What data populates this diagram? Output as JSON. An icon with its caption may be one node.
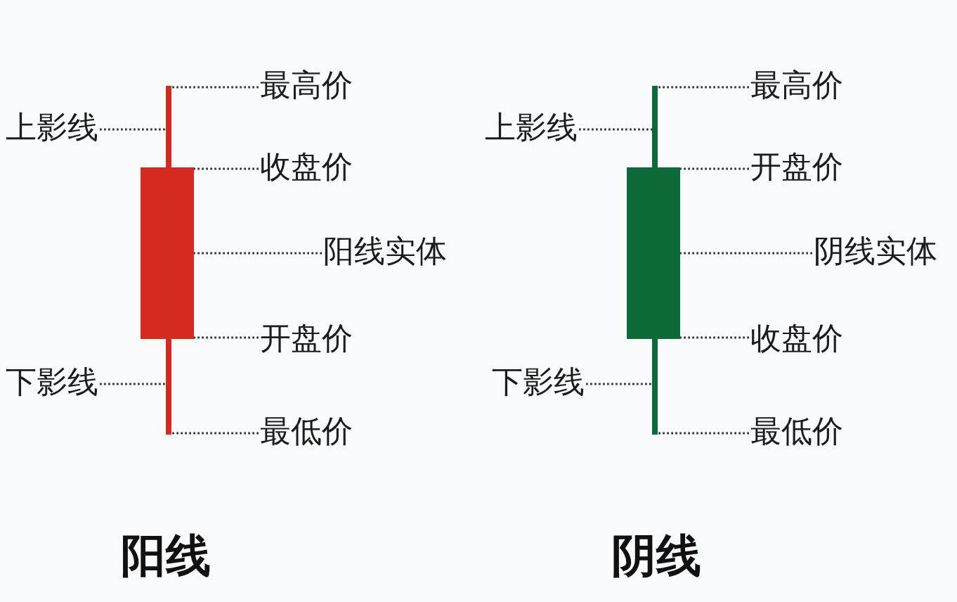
{
  "diagram": {
    "nodes": [
      {
        "text": [],
        "shape": "bar"
      },
      {
        "text": [],
        "shape": "bar"
      },
      {
        "text": [],
        "shape": "bar"
      },
      {
        "text": [
          "最高价"
        ]
      },
      {
        "text": [
          "收盘价"
        ]
      },
      {
        "text": [
          "阳线实体"
        ]
      },
      {
        "text": [
          "开盘价"
        ]
      },
      {
        "text": [
          "最低价"
        ]
      },
      {
        "text": [
          "上影线"
        ]
      },
      {
        "text": [
          "下影线"
        ]
      },
      {
        "text": [],
        "shape": "bar"
      },
      {
        "text": [],
        "shape": "bar"
      },
      {
        "text": [],
        "shape": "bar"
      },
      {
        "text": [
          "最高价"
        ]
      },
      {
        "text": [
          "开盘价"
        ]
      },
      {
        "text": [
          "阴线实体"
        ]
      },
      {
        "text": [
          "收盘价"
        ]
      },
      {
        "text": [
          "最低价"
        ]
      },
      {
        "text": [
          "上影线"
        ]
      },
      {
        "text": [
          "下影线"
        ]
      }
    ],
    "edges": [
      {
        "from": 3,
        "to": 0,
        "arrow": "none"
      },
      {
        "from": 4,
        "to": 1,
        "arrow": "none"
      },
      {
        "from": 5,
        "to": 1,
        "arrow": "none"
      },
      {
        "from": 6,
        "to": 1,
        "arrow": "none"
      },
      {
        "from": 7,
        "to": 2,
        "arrow": "none"
      },
      {
        "from": 8,
        "to": 0,
        "arrow": "none"
      },
      {
        "from": 9,
        "to": 2,
        "arrow": "none"
      },
      {
        "from": 13,
        "to": 10,
        "arrow": "none"
      },
      {
        "from": 14,
        "to": 11,
        "arrow": "none"
      },
      {
        "from": 15,
        "to": 11,
        "arrow": "none"
      },
      {
        "from": 16,
        "to": 11,
        "arrow": "none"
      },
      {
        "from": 17,
        "to": 12,
        "arrow": "none"
      },
      {
        "from": 18,
        "to": 10,
        "arrow": "none"
      },
      {
        "from": 19,
        "to": 12,
        "arrow": "none"
      }
    ],
    "labels": [
      "阳线",
      "阴线"
    ]
  }
}
